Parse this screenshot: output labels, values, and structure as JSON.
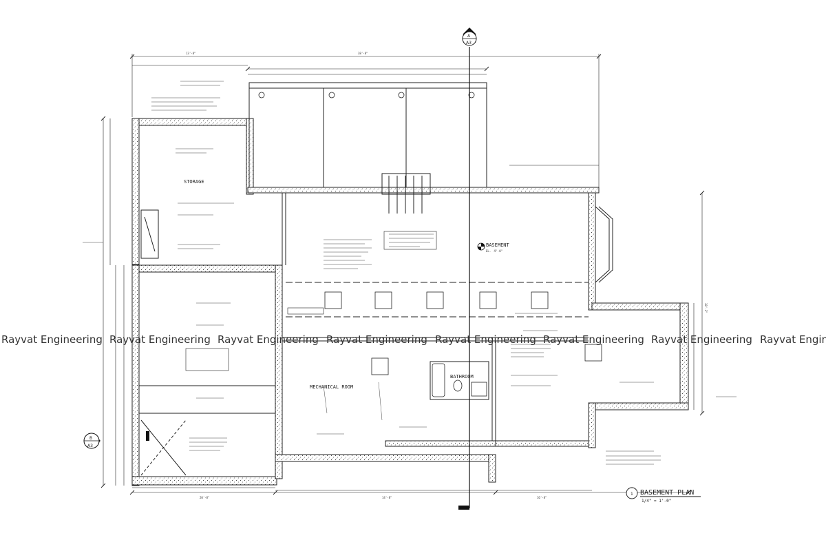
{
  "drawing": {
    "title": "BASEMENT PLAN",
    "title_number": "1",
    "scale": "1/4\" = 1'-0\"",
    "section_top": {
      "letter": "A",
      "sheet": "A3"
    },
    "section_left": {
      "letter": "B",
      "sheet": "A3"
    },
    "elevation_tag": "BASEMENT",
    "elevation_value": "EL. -9'-0\""
  },
  "rooms": {
    "storage": "STORAGE",
    "mechanical": "MECHANICAL ROOM",
    "bathroom": "BATHROOM"
  },
  "dimensions": {
    "top_overall": "38'-8\"",
    "top_left": "13'-8\"",
    "bottom_left": "20'-8\"",
    "bottom_mid": "14'-8\"",
    "bottom_right": "16'-8\"",
    "right_overall": "38'-2\""
  },
  "watermark": {
    "text": "Rayvat Engineering",
    "repeats": [
      "Rayvat Engineering",
      "Rayvat Engineering",
      "Rayvat Engineering",
      "Rayvat Engineering",
      "Rayvat Engineering",
      "Rayvat Engineering",
      "Rayvat Engineering",
      "Rayvat Engin"
    ]
  },
  "colors": {
    "line": "#222222",
    "paper": "#ffffff"
  }
}
